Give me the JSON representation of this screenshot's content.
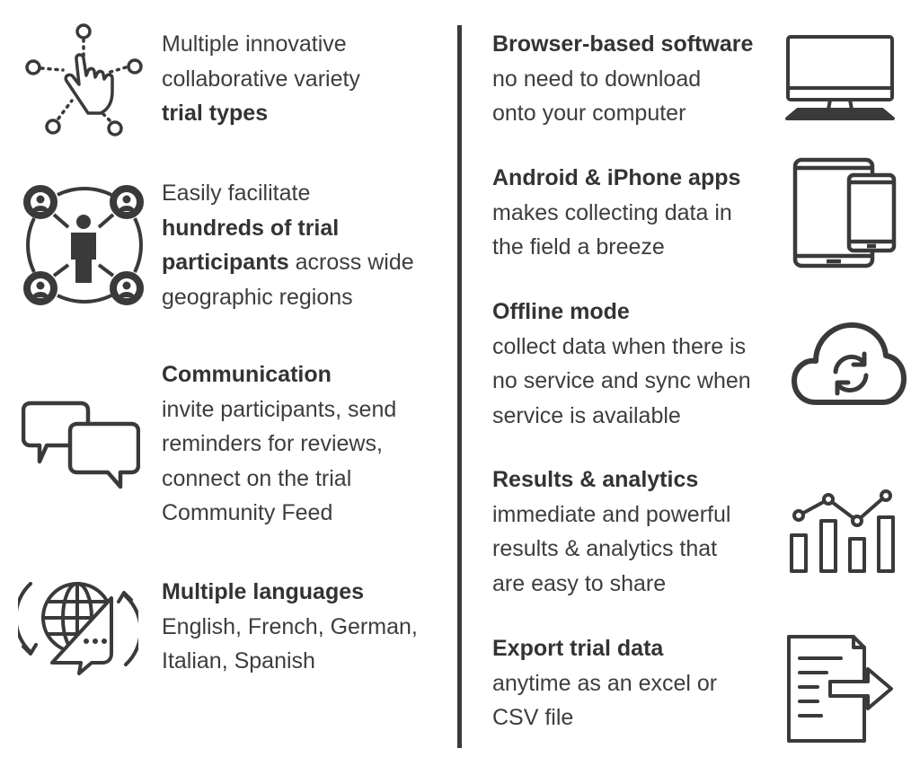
{
  "left": {
    "trial_types": {
      "icon": "touch-network-icon",
      "lines": [
        "Multiple innovative",
        "collaborative variety"
      ],
      "bold": "trial types"
    },
    "participants": {
      "icon": "people-network-icon",
      "line1": "Easily facilitate",
      "bold1": "hundreds of trial",
      "bold2": "participants",
      "after_bold2": " across wide",
      "line4": "geographic regions"
    },
    "communication": {
      "icon": "chat-bubbles-icon",
      "title": "Communication",
      "lines": [
        "invite participants, send",
        "reminders for reviews,",
        "connect on the trial",
        "Community Feed"
      ]
    },
    "languages": {
      "icon": "globe-language-icon",
      "title": "Multiple languages",
      "lines": [
        "English, French, German,",
        "Italian, Spanish"
      ]
    }
  },
  "right": {
    "browser": {
      "icon": "monitor-icon",
      "title": "Browser-based software",
      "lines": [
        "no need to download",
        "onto your computer"
      ]
    },
    "apps": {
      "icon": "tablet-phone-icon",
      "title": "Android & iPhone apps",
      "lines": [
        "makes collecting data in",
        "the field a breeze"
      ]
    },
    "offline": {
      "icon": "cloud-sync-icon",
      "title": "Offline mode",
      "lines": [
        "collect data when there is",
        "no service and sync when",
        "service is available"
      ]
    },
    "analytics": {
      "icon": "chart-analytics-icon",
      "title": "Results & analytics",
      "lines": [
        "immediate and powerful",
        "results & analytics that",
        "are easy to share"
      ]
    },
    "export": {
      "icon": "document-export-icon",
      "title": "Export trial data",
      "lines": [
        "anytime as an excel or",
        "CSV file"
      ]
    }
  },
  "colors": {
    "ink": "#3a3a3a",
    "background": "#ffffff"
  }
}
